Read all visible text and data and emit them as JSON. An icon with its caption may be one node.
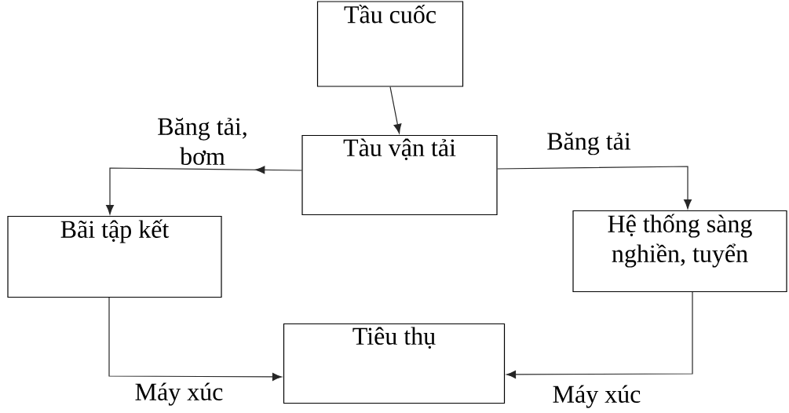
{
  "diagram": {
    "nodes": [
      {
        "text": [
          "Tầu cuốc"
        ]
      },
      {
        "text": [
          "Tàu vận tải"
        ]
      },
      {
        "text": [
          "Bãi tập kết"
        ]
      },
      {
        "text": [
          "Hệ thống sàng nghiền, tuyển"
        ]
      },
      {
        "text": [
          "Tiêu thụ"
        ]
      }
    ],
    "edges": [
      {
        "from": 0,
        "to": 1,
        "arrow": "to"
      },
      {
        "from": 1,
        "to": 2,
        "arrow": "to",
        "label": "Băng tải, bơm"
      },
      {
        "from": 1,
        "to": 3,
        "arrow": "to",
        "label": "Băng tải"
      },
      {
        "from": 2,
        "to": 4,
        "arrow": "to",
        "label": "Máy xúc"
      },
      {
        "from": 3,
        "to": 4,
        "arrow": "to",
        "label": "Máy xúc"
      }
    ]
  }
}
